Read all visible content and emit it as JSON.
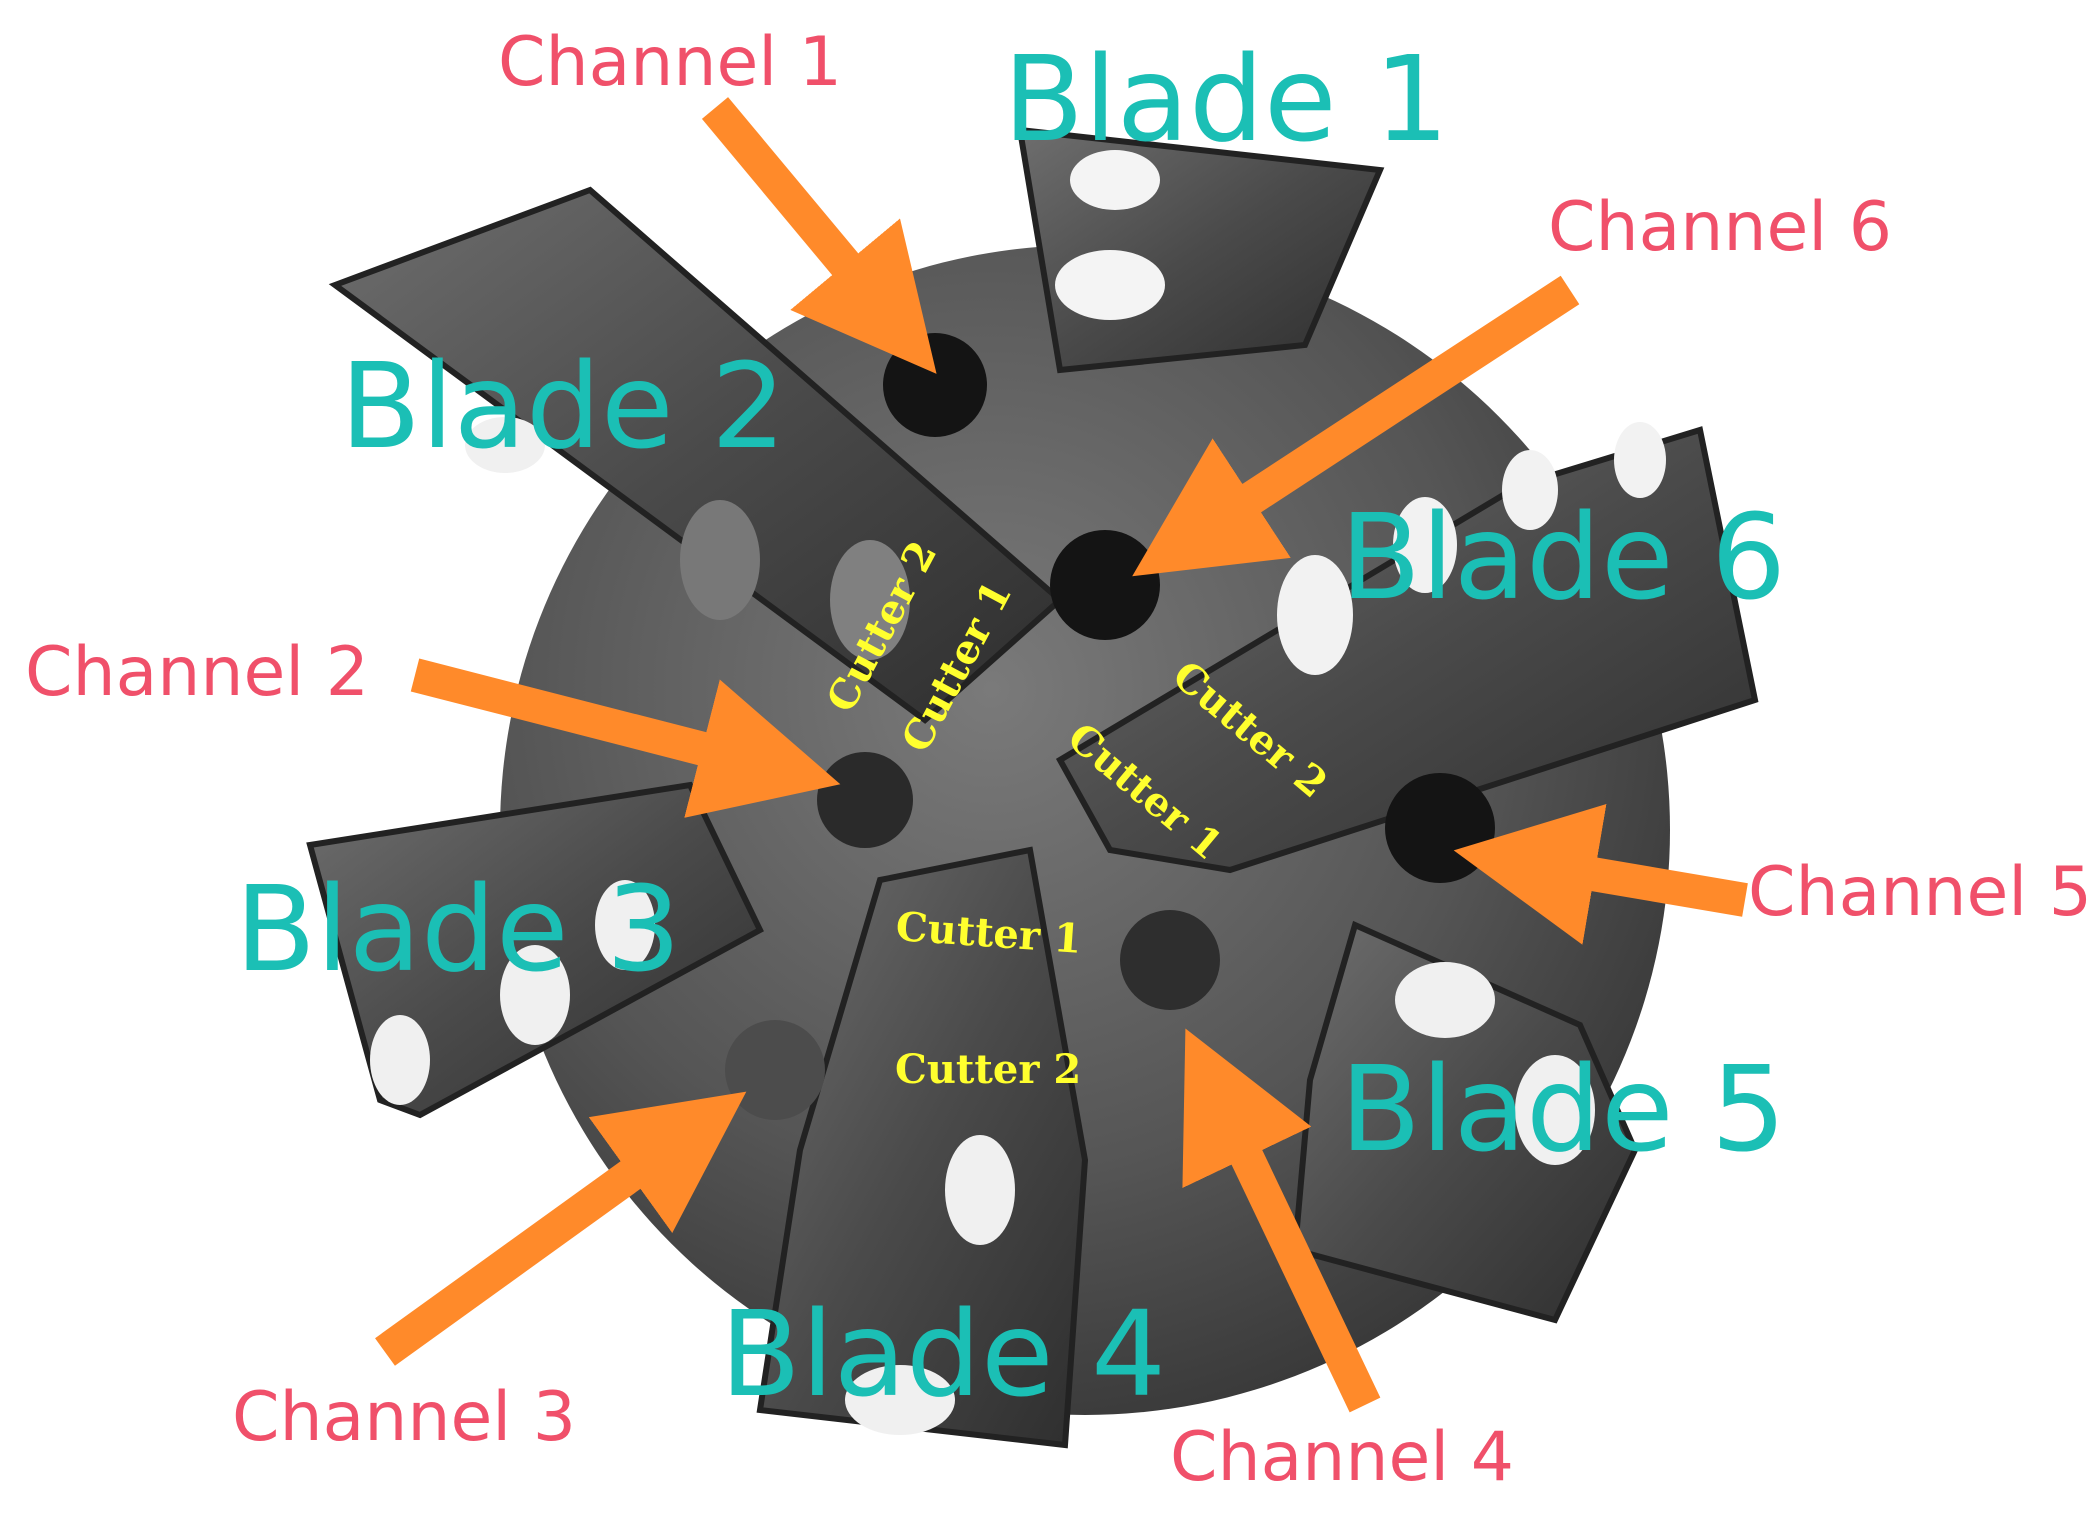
{
  "blades": [
    {
      "id": "blade-1",
      "label": "Blade 1"
    },
    {
      "id": "blade-2",
      "label": "Blade 2"
    },
    {
      "id": "blade-3",
      "label": "Blade 3"
    },
    {
      "id": "blade-4",
      "label": "Blade 4"
    },
    {
      "id": "blade-5",
      "label": "Blade 5"
    },
    {
      "id": "blade-6",
      "label": "Blade 6"
    }
  ],
  "channels": [
    {
      "id": "channel-1",
      "label": "Channel 1"
    },
    {
      "id": "channel-2",
      "label": "Channel 2"
    },
    {
      "id": "channel-3",
      "label": "Channel 3"
    },
    {
      "id": "channel-4",
      "label": "Channel 4"
    },
    {
      "id": "channel-5",
      "label": "Channel 5"
    },
    {
      "id": "channel-6",
      "label": "Channel 6"
    }
  ],
  "cutters": {
    "cutter_1": "Cutter 1",
    "cutter_2": "Cutter 2"
  },
  "colors": {
    "blade_label": "#1bbfb5",
    "channel_label": "#f0506a",
    "cutter_label": "#ffff2e",
    "arrow": "#ff8a2a",
    "bit_body": "#5a5a5a",
    "blade_body": "#4a4a4a"
  }
}
